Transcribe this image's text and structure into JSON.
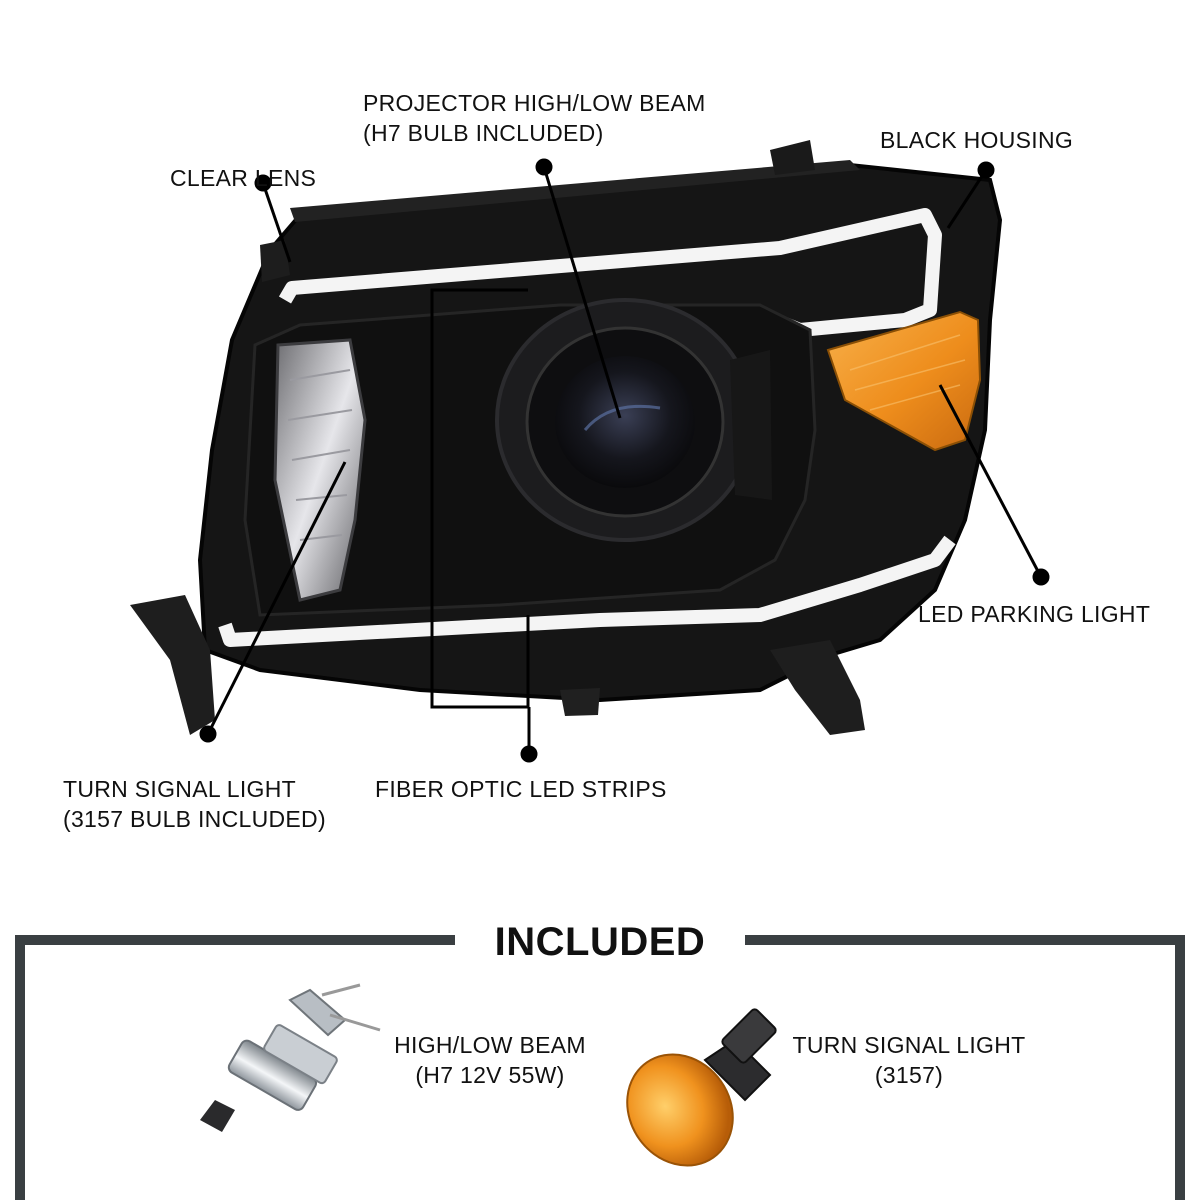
{
  "callouts": {
    "projector": [
      "PROJECTOR HIGH/LOW BEAM",
      "(H7 BULB INCLUDED)"
    ],
    "black_housing": "BLACK HOUSING",
    "clear_lens": "CLEAR LENS",
    "led_parking": "LED PARKING LIGHT",
    "turn_signal": [
      "TURN SIGNAL LIGHT",
      "(3157 BULB INCLUDED)"
    ],
    "fiber_optic": "FIBER OPTIC LED STRIPS"
  },
  "included": {
    "title": "INCLUDED",
    "items": [
      {
        "name": "HIGH/LOW BEAM",
        "spec": "(H7 12V 55W)",
        "icon": "h7-bulb-icon"
      },
      {
        "name": "TURN SIGNAL LIGHT",
        "spec": "(3157)",
        "icon": "3157-amber-bulb-icon"
      }
    ]
  },
  "colors": {
    "housing": "#151515",
    "amber": "#f0921e",
    "led_strip": "#ffffff",
    "frame": "#3a3f42"
  }
}
